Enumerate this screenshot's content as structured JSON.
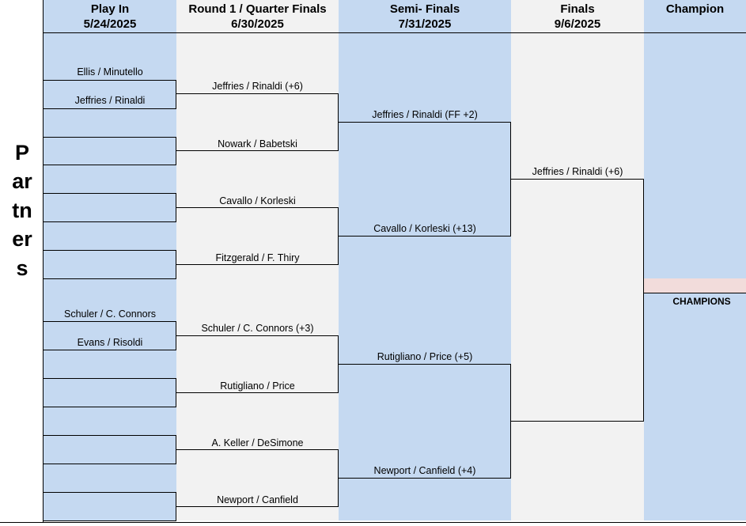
{
  "side_label": "Partners",
  "headers": [
    {
      "title": "Play In",
      "date": "5/24/2025"
    },
    {
      "title": "Round 1 / Quarter Finals",
      "date": "6/30/2025"
    },
    {
      "title": "Semi- Finals",
      "date": "7/31/2025"
    },
    {
      "title": "Finals",
      "date": "9/6/2025"
    },
    {
      "title": "Champion",
      "date": ""
    }
  ],
  "play_in": [
    "Ellis / Minutello",
    "Jeffries / Rinaldi",
    "Schuler / C. Connors",
    "Evans / Risoldi"
  ],
  "round1": [
    "Jeffries / Rinaldi (+6)",
    "Nowark / Babetski",
    "Cavallo / Korleski",
    "Fitzgerald / F. Thiry",
    "Schuler / C. Connors (+3)",
    "Rutigliano / Price",
    "A. Keller / DeSimone",
    "Newport / Canfield"
  ],
  "semis": [
    "Jeffries / Rinaldi (FF +2)",
    "Cavallo / Korleski  (+13)",
    "Rutigliano / Price (+5)",
    "Newport / Canfield (+4)"
  ],
  "finals": [
    "Jeffries / Rinaldi (+6)"
  ],
  "champion_label": "CHAMPIONS"
}
